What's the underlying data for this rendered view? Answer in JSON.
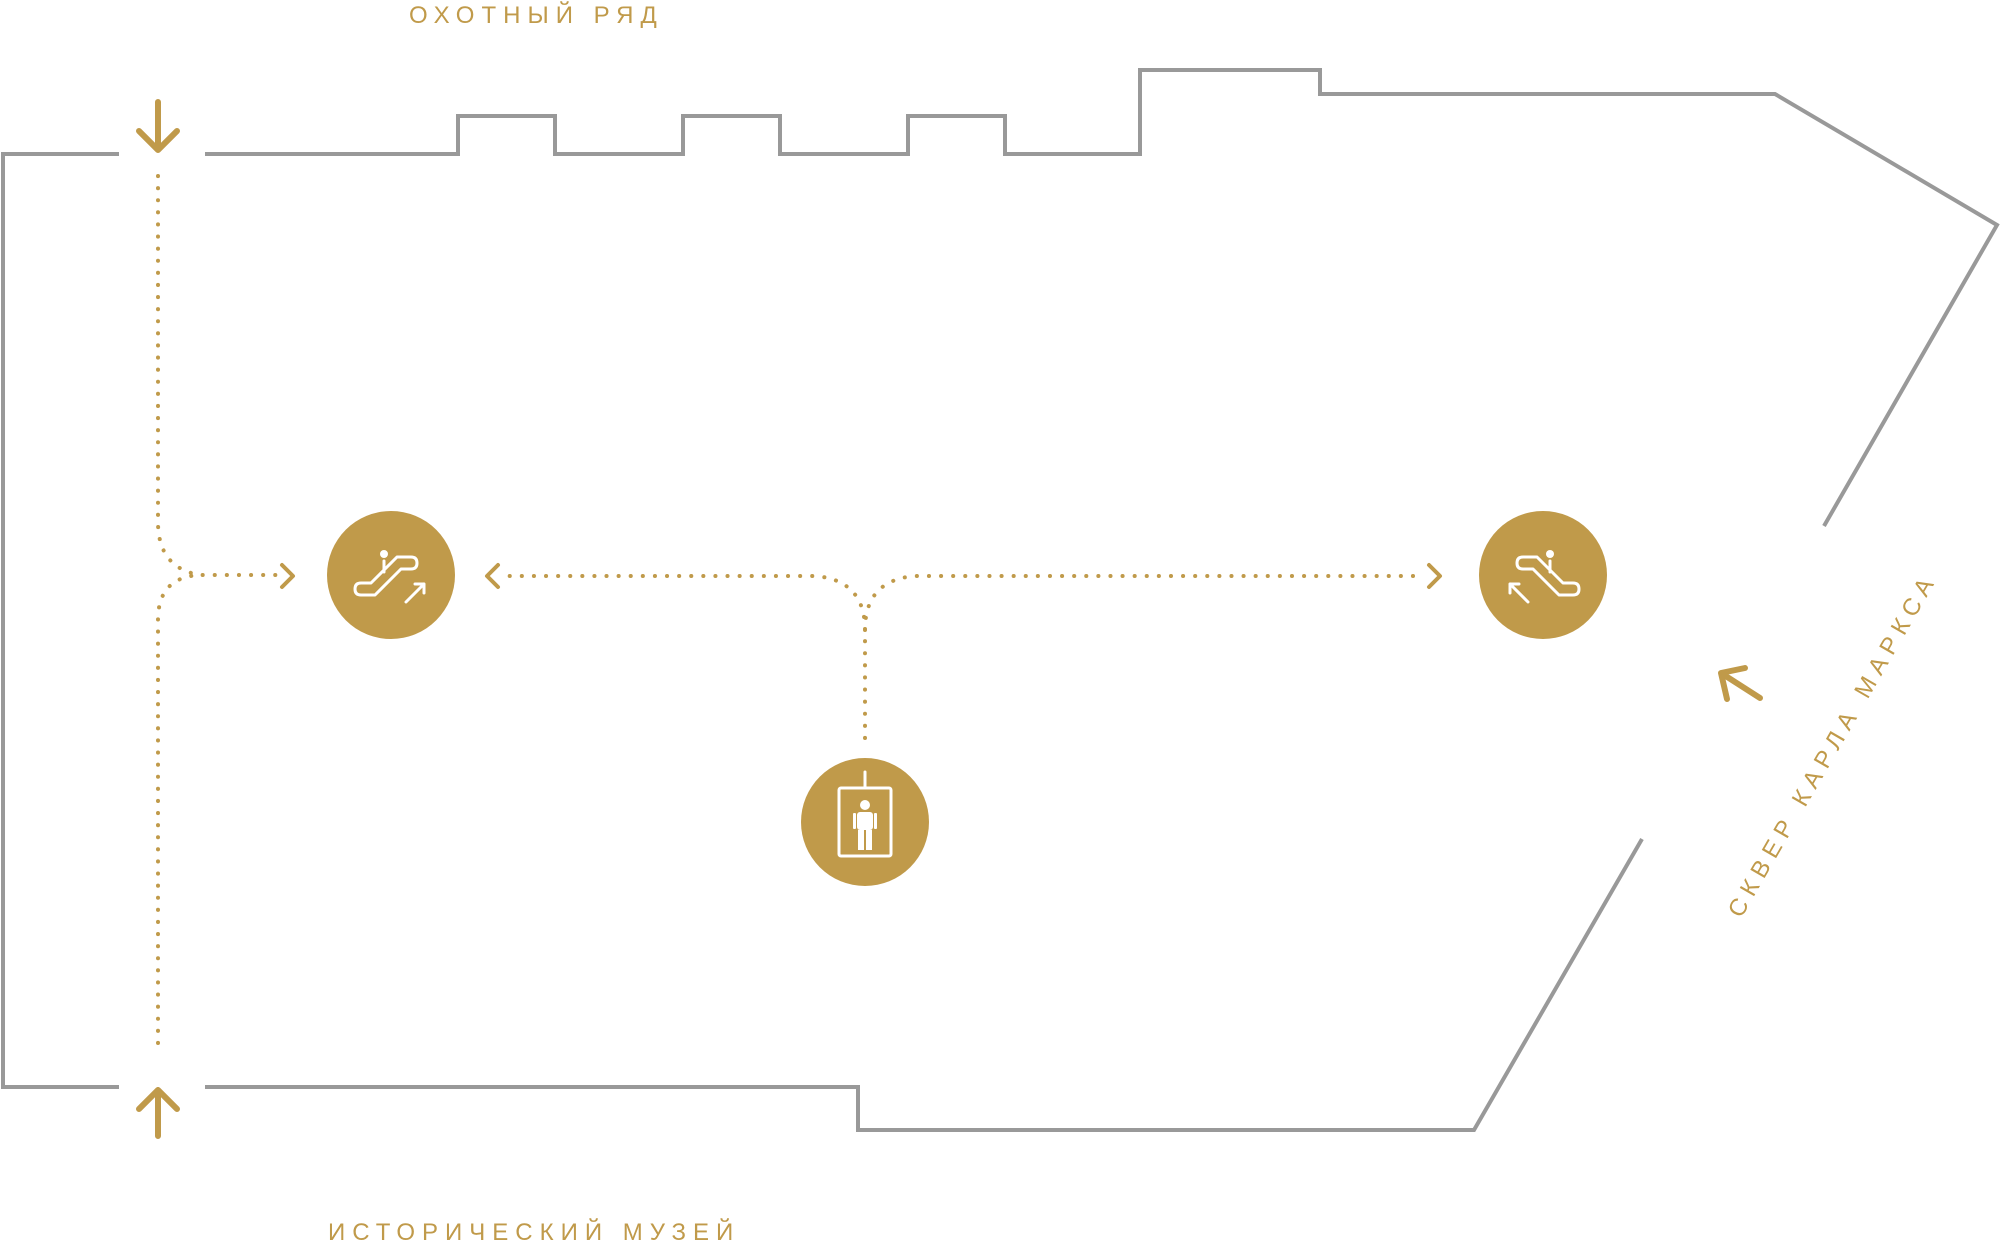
{
  "labels": {
    "top_street": "ОХОТНЫЙ РЯД",
    "bottom_street": "ИСТОРИЧЕСКИЙ МУЗЕЙ",
    "right_square": "СКВЕР КАРЛА МАРКСА"
  },
  "colors": {
    "accent": "#c09a4a",
    "outline": "#999999",
    "background": "#ffffff",
    "icon_foreground": "#ffffff"
  },
  "icons": {
    "escalator_left": "escalator-up-icon",
    "escalator_right": "escalator-up-icon",
    "elevator": "elevator-icon",
    "entrance_arrows": "arrow-icon"
  }
}
